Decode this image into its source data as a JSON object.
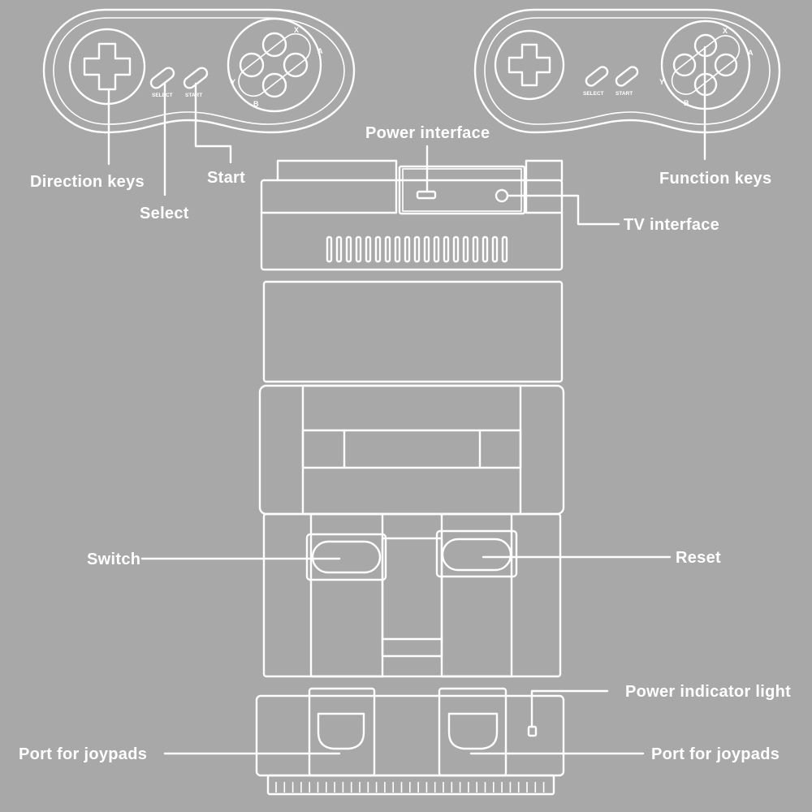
{
  "controller_left": {
    "select_print": "SELECT",
    "start_print": "START",
    "btn_x": "X",
    "btn_a": "A",
    "btn_y": "Y",
    "btn_b": "B"
  },
  "controller_right": {
    "select_print": "SELECT",
    "start_print": "START",
    "btn_x": "X",
    "btn_a": "A",
    "btn_y": "Y",
    "btn_b": "B"
  },
  "labels": {
    "direction_keys": "Direction keys",
    "select": "Select",
    "start": "Start",
    "power_interface": "Power interface",
    "function_keys": "Function keys",
    "tv_interface": "TV interface",
    "switch": "Switch",
    "reset": "Reset",
    "power_indicator_light": "Power indicator light",
    "port_for_joypads_left": "Port for joypads",
    "port_for_joypads_right": "Port for joypads"
  },
  "colors": {
    "background": "#a8a8a8",
    "line": "#ffffff"
  }
}
